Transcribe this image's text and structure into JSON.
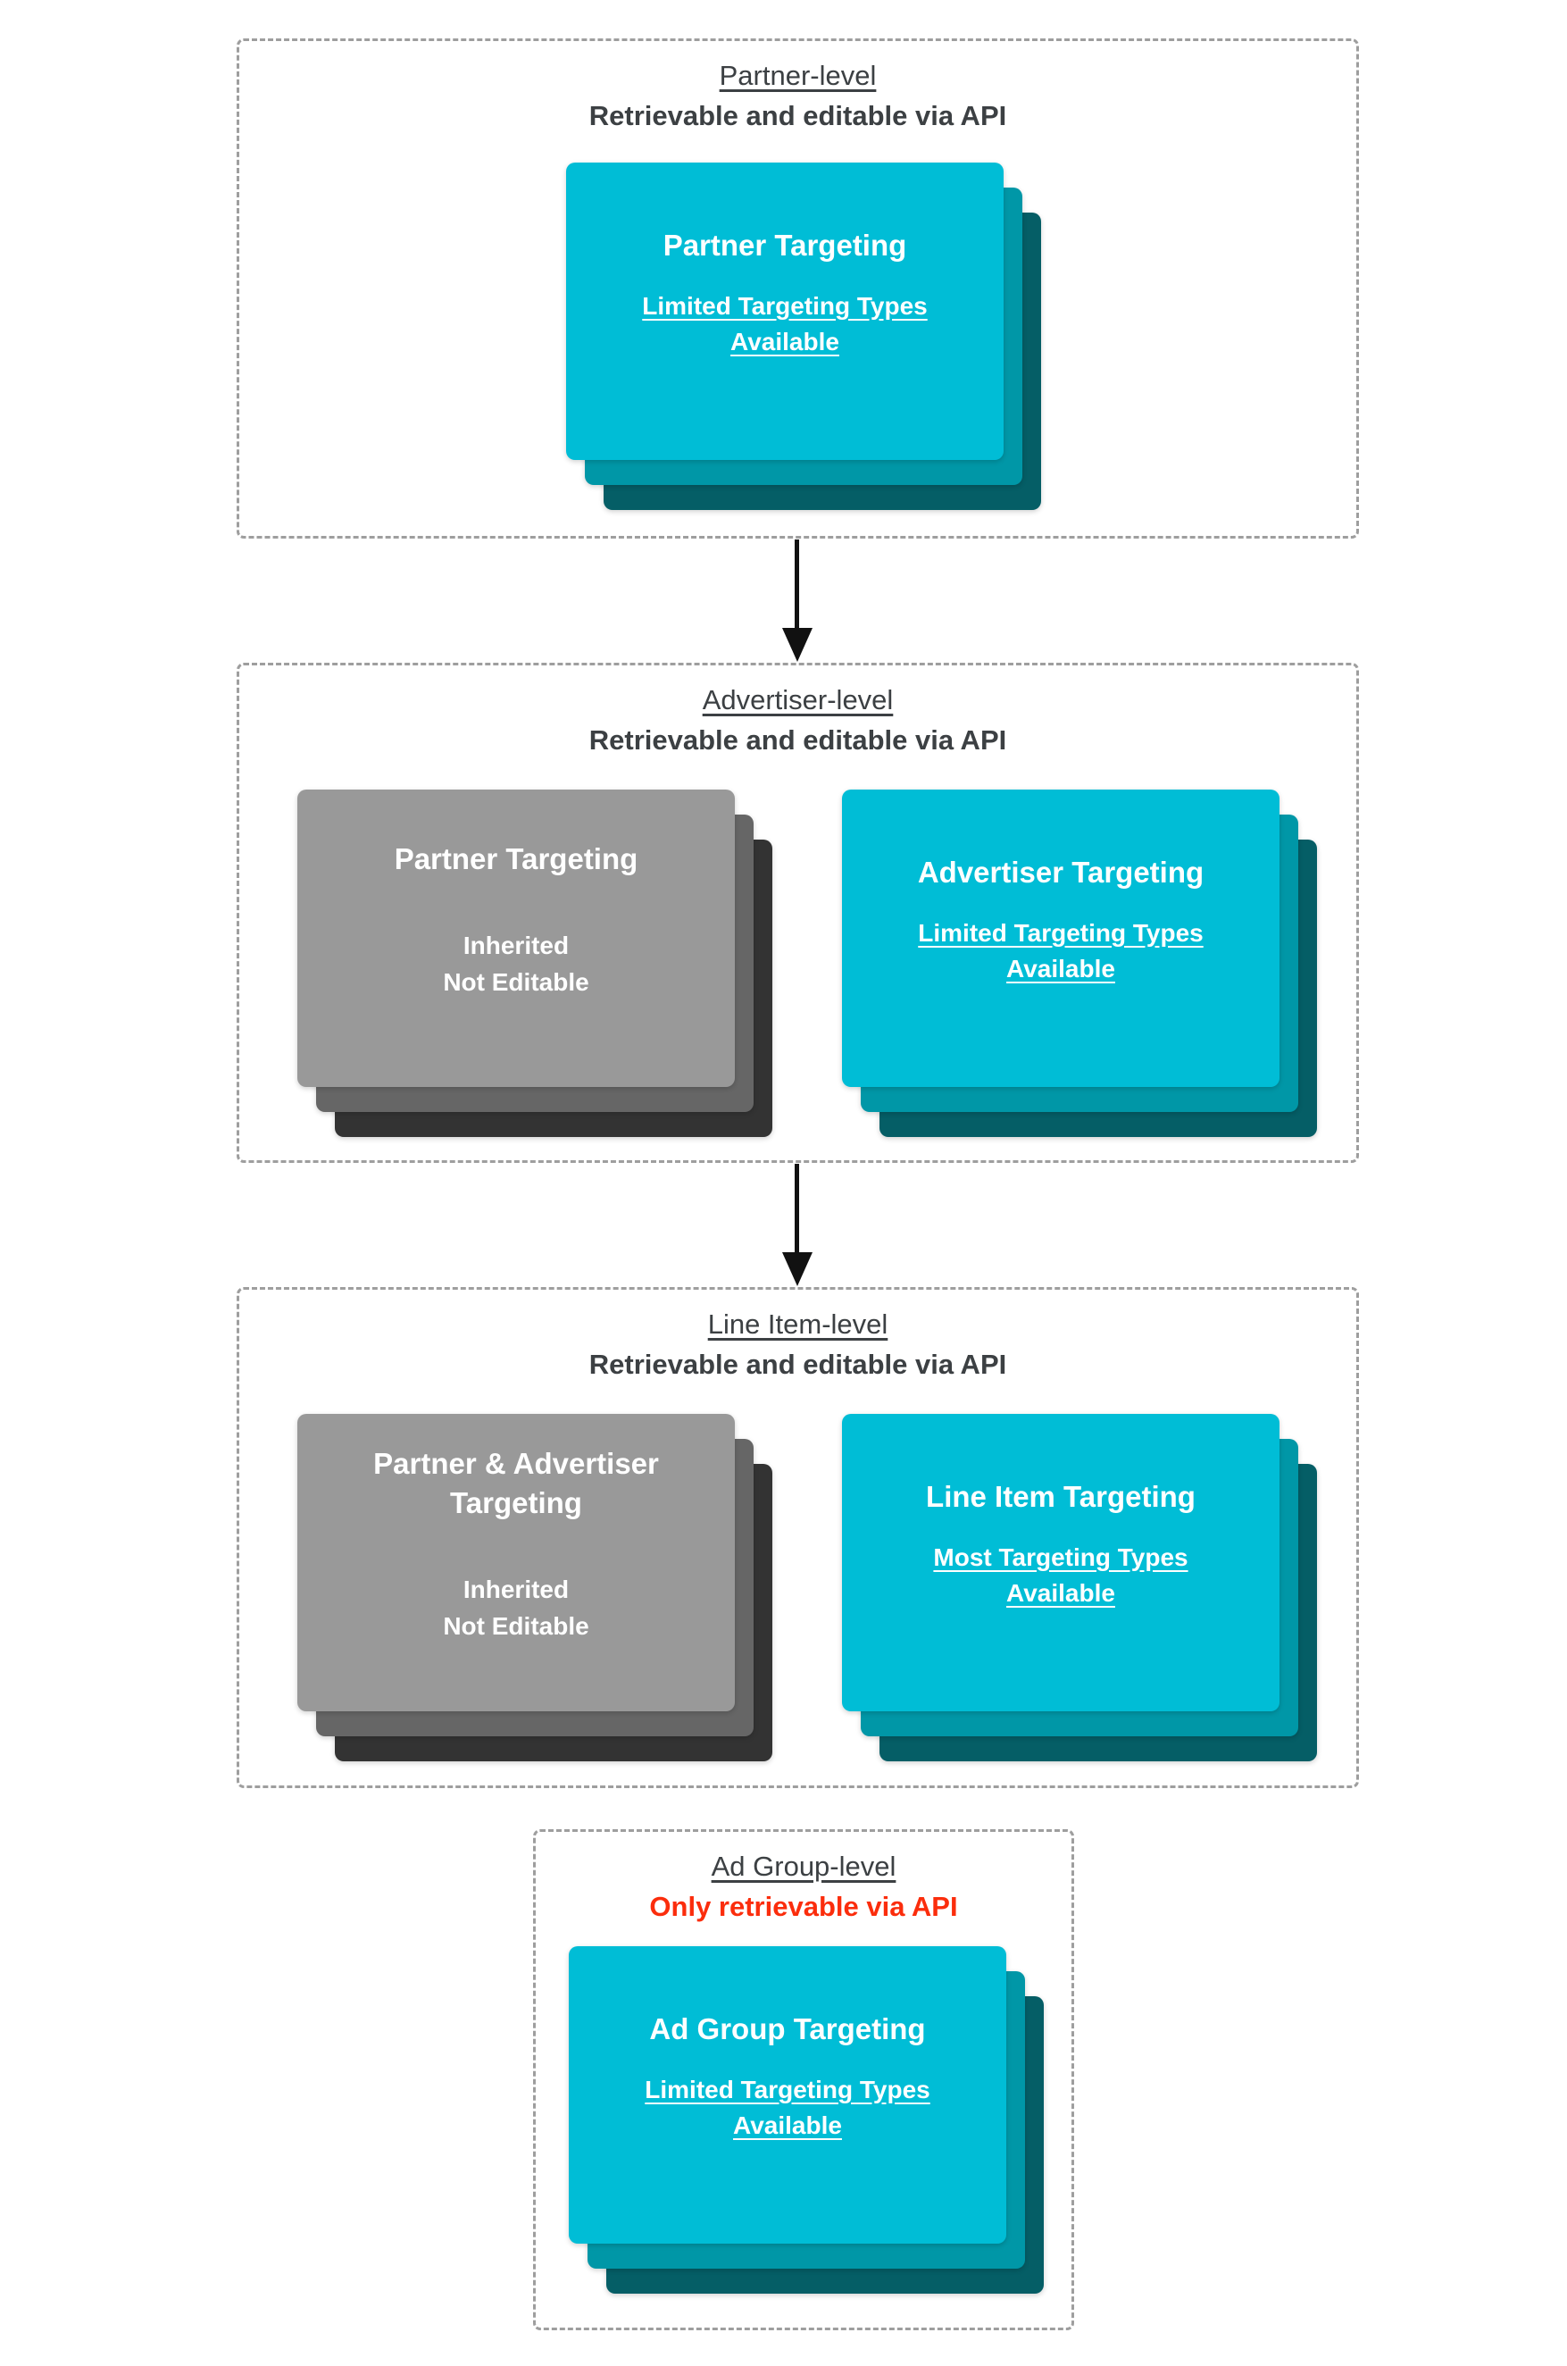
{
  "colors": {
    "teal_front": "#00BDD6",
    "teal_middle": "#0097A7",
    "teal_back": "#055E66",
    "gray_front": "#999999",
    "gray_middle": "#666666",
    "gray_back": "#333333",
    "heading_text": "#3C4043",
    "alert_red_text": "#FB2D0C",
    "card_text": "#FFFFFF",
    "dashed_border": "#9E9E9E",
    "arrow": "#111111"
  },
  "arrows": {
    "direction": "down",
    "count": 2
  },
  "sections": [
    {
      "title": "Partner-level",
      "subtitle": "Retrievable and editable via API",
      "cards": [
        {
          "variant": "teal",
          "title": "Partner Targeting",
          "subtitle": "Limited Targeting Types Available"
        }
      ]
    },
    {
      "title": "Advertiser-level",
      "subtitle": "Retrievable and editable via API",
      "cards": [
        {
          "variant": "gray",
          "title": "Partner Targeting",
          "line1": "Inherited",
          "line2": "Not Editable"
        },
        {
          "variant": "teal",
          "title": "Advertiser Targeting",
          "subtitle": "Limited Targeting Types Available"
        }
      ]
    },
    {
      "title": "Line Item-level",
      "subtitle": "Retrievable and editable via API",
      "cards": [
        {
          "variant": "gray",
          "title": "Partner & Advertiser Targeting",
          "line1": "Inherited",
          "line2": "Not Editable"
        },
        {
          "variant": "teal",
          "title": "Line Item Targeting",
          "subtitle": "Most Targeting Types Available"
        }
      ]
    },
    {
      "title": "Ad Group-level",
      "subtitle": "Only retrievable via API",
      "cards": [
        {
          "variant": "teal",
          "title": "Ad Group Targeting",
          "subtitle": "Limited Targeting Types Available"
        }
      ]
    }
  ]
}
